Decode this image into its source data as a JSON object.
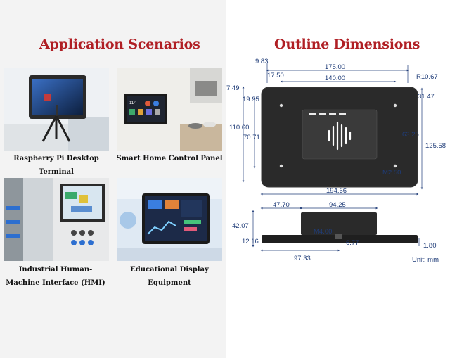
{
  "left": {
    "heading": "Application Scenarios",
    "scenarios": [
      {
        "caption": "Raspberry Pi Desktop Terminal"
      },
      {
        "caption": "Smart Home Control Panel"
      },
      {
        "caption": "Industrial Human-Machine Interface (HMI)"
      },
      {
        "caption": "Educational Display Equipment"
      }
    ]
  },
  "right": {
    "heading": "Outline Dimensions",
    "front_dims": {
      "d1": "9.83",
      "d2": "175.00",
      "d3": "R10.67",
      "d4": "17.50",
      "d5": "140.00",
      "d6": "7.49",
      "d7": "19.95",
      "d8": "31.47",
      "d9": "110.60",
      "d10": "70.71",
      "d11": "63.25",
      "d12": "125.58",
      "d13": "M2.50",
      "d14": "194.66"
    },
    "side_dims": {
      "s1": "47.70",
      "s2": "94.25",
      "s3": "42.07",
      "s4": "M4.00",
      "s5": "12.16",
      "s6": "6.77",
      "s7": "1.80",
      "s8": "97.33"
    },
    "unit": "Unit: mm"
  },
  "colors": {
    "heading": "#b01f24",
    "dimension": "#1f3c78"
  }
}
